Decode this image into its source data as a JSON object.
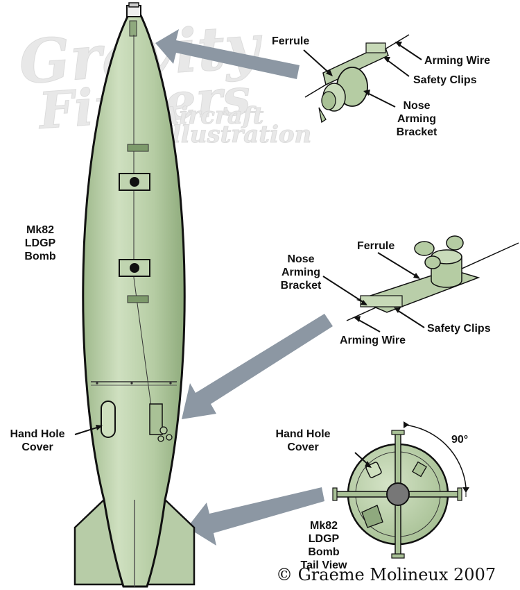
{
  "watermark": {
    "brand_line1": "Gravity",
    "brand_line2": "Fingers",
    "tag_line1": "Aircraft",
    "tag_line2": "Illustration"
  },
  "labels": {
    "ferrule_top": "Ferrule",
    "arming_wire_top": "Arming Wire",
    "safety_clips_top": "Safety Clips",
    "nose_bracket_top": "Nose\nArming\nBracket",
    "bomb_name": "Mk82\nLDGP\nBomb",
    "ferrule_mid": "Ferrule",
    "nose_bracket_mid": "Nose\nArming\nBracket",
    "safety_clips_mid": "Safety Clips",
    "arming_wire_mid": "Arming Wire",
    "hand_hole_left": "Hand Hole\nCover",
    "hand_hole_right": "Hand Hole\nCover",
    "angle": "90°",
    "tail_view": "Mk82\nLDGP\nBomb\nTail View"
  },
  "copyright": "© Graeme Molineux 2007",
  "colors": {
    "body_green": "#b4cba2",
    "body_light": "#cfdfc0",
    "outline": "#111111",
    "arrow_gray": "#8c97a3",
    "watermark": "#e9e9e9"
  }
}
